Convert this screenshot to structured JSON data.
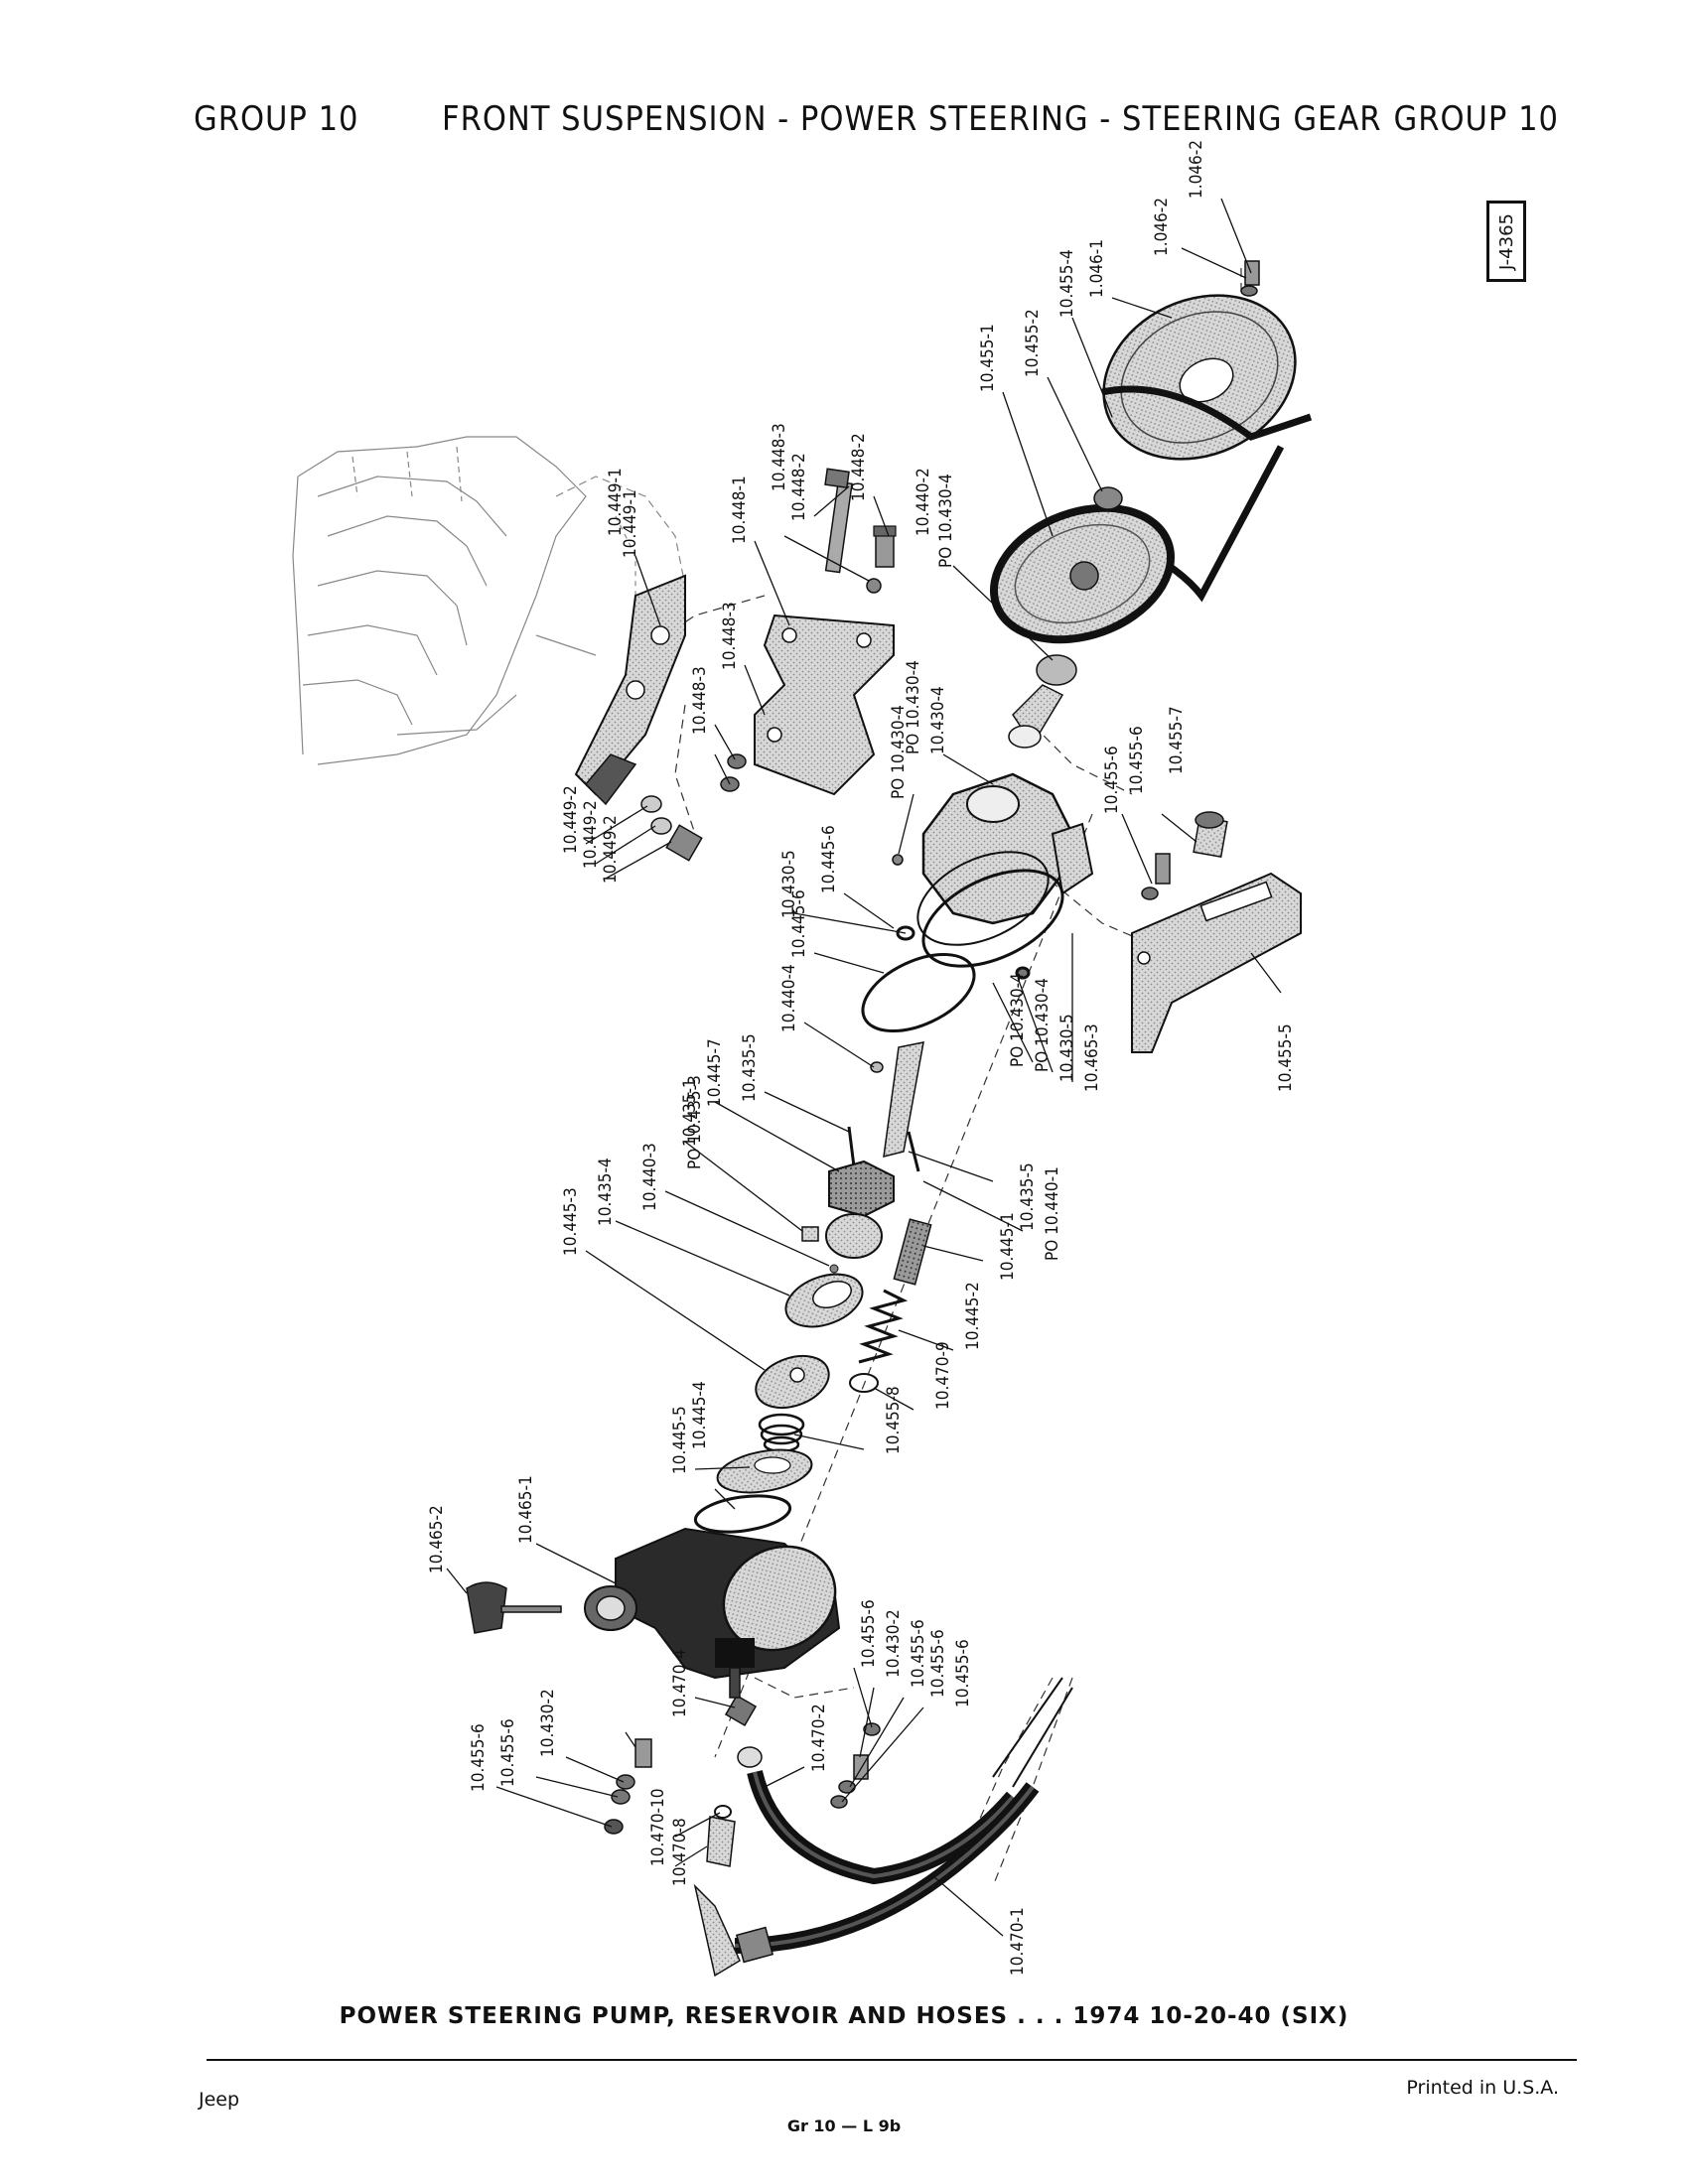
{
  "header": {
    "group_left": "GROUP 10",
    "title": "FRONT SUSPENSION - POWER STEERING - STEERING GEAR",
    "group_right": "GROUP 10"
  },
  "figure_id": "J-4365",
  "caption": "POWER STEERING PUMP, RESERVOIR AND HOSES . . . 1974 10-20-40 (SIX)",
  "footer": {
    "brand": "Jeep",
    "page_ref": "Gr 10 — L 9b",
    "printed": "Printed in U.S.A."
  },
  "part_labels": [
    {
      "id": "p1",
      "text": "1.046-2"
    },
    {
      "id": "p2",
      "text": "1.046-2"
    },
    {
      "id": "p3",
      "text": "1.046-1"
    },
    {
      "id": "p4",
      "text": "10.455-4"
    },
    {
      "id": "p5",
      "text": "10.455-2"
    },
    {
      "id": "p6",
      "text": "10.455-1"
    },
    {
      "id": "p7",
      "text": "10.448-2"
    },
    {
      "id": "p8",
      "text": "10.448-3"
    },
    {
      "id": "p9",
      "text": "10.448-2"
    },
    {
      "id": "p10",
      "text": "10.448-1"
    },
    {
      "id": "p11",
      "text": "10.449-1"
    },
    {
      "id": "p12",
      "text": "10.449-1"
    },
    {
      "id": "p13",
      "text": "PO 10.430-4"
    },
    {
      "id": "p14",
      "text": "10.440-2"
    },
    {
      "id": "p15",
      "text": "10.448-3"
    },
    {
      "id": "p16",
      "text": "10.448-3"
    },
    {
      "id": "p17",
      "text": "10.430-4"
    },
    {
      "id": "p18",
      "text": "PO 10.430-4"
    },
    {
      "id": "p19",
      "text": "PO 10.430-4"
    },
    {
      "id": "p20",
      "text": "10.455-6"
    },
    {
      "id": "p21",
      "text": "10.455-6"
    },
    {
      "id": "p22",
      "text": "10.455-7"
    },
    {
      "id": "p23",
      "text": "10.449-2"
    },
    {
      "id": "p24",
      "text": "10.449-2"
    },
    {
      "id": "p25",
      "text": "10.449-2"
    },
    {
      "id": "p26",
      "text": "10.445-6"
    },
    {
      "id": "p27",
      "text": "10.445-6"
    },
    {
      "id": "p28",
      "text": "10.430-5"
    },
    {
      "id": "p29",
      "text": "10.440-4"
    },
    {
      "id": "p30",
      "text": "10.435-5"
    },
    {
      "id": "p31",
      "text": "10.435-1"
    },
    {
      "id": "p32",
      "text": "10.445-7"
    },
    {
      "id": "p33",
      "text": "PO 10.435-3"
    },
    {
      "id": "p34",
      "text": "10.440-3"
    },
    {
      "id": "p35",
      "text": "PO 10.430-4"
    },
    {
      "id": "p36",
      "text": "PO 10.430-4"
    },
    {
      "id": "p37",
      "text": "10.430-5"
    },
    {
      "id": "p38",
      "text": "10.465-3"
    },
    {
      "id": "p39",
      "text": "10.455-5"
    },
    {
      "id": "p40",
      "text": "10.435-4"
    },
    {
      "id": "p41",
      "text": "10.445-3"
    },
    {
      "id": "p42",
      "text": "10.435-5"
    },
    {
      "id": "p43",
      "text": "PO 10.440-1"
    },
    {
      "id": "p44",
      "text": "10.445-1"
    },
    {
      "id": "p45",
      "text": "10.445-2"
    },
    {
      "id": "p46",
      "text": "10.470-9"
    },
    {
      "id": "p47",
      "text": "10.455-8"
    },
    {
      "id": "p48",
      "text": "10.445-5"
    },
    {
      "id": "p49",
      "text": "10.445-4"
    },
    {
      "id": "p50",
      "text": "10.465-2"
    },
    {
      "id": "p51",
      "text": "10.465-1"
    },
    {
      "id": "p52",
      "text": "10.455-6"
    },
    {
      "id": "p53",
      "text": "10.430-2"
    },
    {
      "id": "p54",
      "text": "10.455-6"
    },
    {
      "id": "p55",
      "text": "10.455-6"
    },
    {
      "id": "p56",
      "text": "10.455-6"
    },
    {
      "id": "p57",
      "text": "10.455-6"
    },
    {
      "id": "p58",
      "text": "10.455-6"
    },
    {
      "id": "p59",
      "text": "10.430-2"
    },
    {
      "id": "p60",
      "text": "10.470-4"
    },
    {
      "id": "p61",
      "text": "10.470-2"
    },
    {
      "id": "p62",
      "text": "10.470-10"
    },
    {
      "id": "p63",
      "text": "10.470-8"
    },
    {
      "id": "p64",
      "text": "10.470-1"
    }
  ]
}
